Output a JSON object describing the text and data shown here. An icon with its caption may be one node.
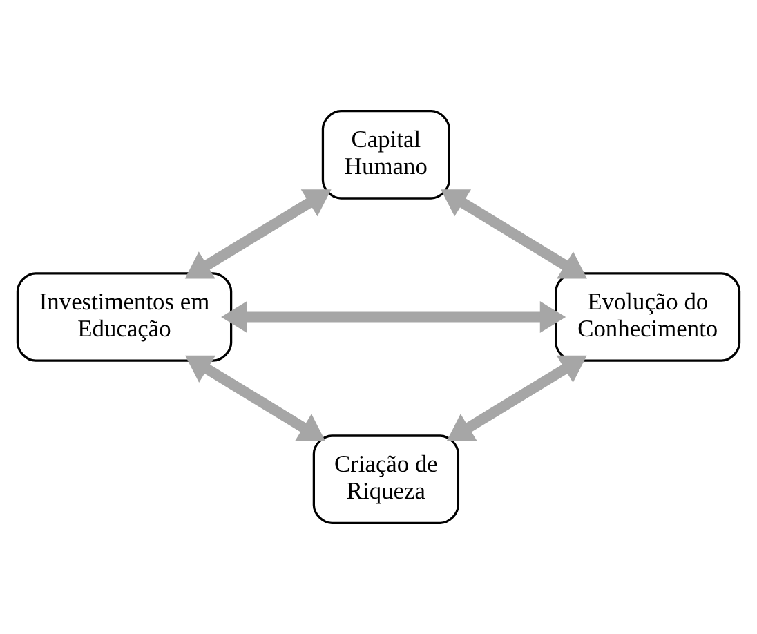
{
  "diagram": {
    "nodes": [
      {
        "text": [
          "Capital Humano"
        ]
      },
      {
        "text": [
          "Investimentos em Educação"
        ]
      },
      {
        "text": [
          "Evolução do Conhecimento"
        ]
      },
      {
        "text": [
          "Criação de Riqueza"
        ]
      }
    ],
    "edges": [
      {
        "from": 1,
        "to": 0,
        "arrow": "both"
      },
      {
        "from": 0,
        "to": 2,
        "arrow": "both"
      },
      {
        "from": 1,
        "to": 2,
        "arrow": "both"
      },
      {
        "from": 1,
        "to": 3,
        "arrow": "both"
      },
      {
        "from": 3,
        "to": 2,
        "arrow": "both"
      }
    ]
  }
}
